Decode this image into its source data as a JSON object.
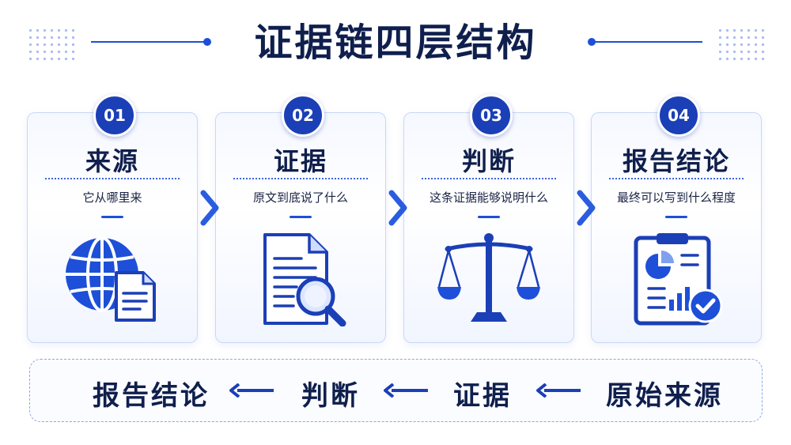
{
  "title": "证据链四层结构",
  "colors": {
    "primary": "#1b3fb6",
    "accent": "#1d4fd8",
    "text": "#0f1f4d",
    "card_border": "#c9d7f6"
  },
  "layers": [
    {
      "number": "01",
      "title": "来源",
      "subtitle": "它从哪里来",
      "icon": "globe-document-icon"
    },
    {
      "number": "02",
      "title": "证据",
      "subtitle": "原文到底说了什么",
      "icon": "document-magnifier-icon"
    },
    {
      "number": "03",
      "title": "判断",
      "subtitle": "这条证据能够说明什么",
      "icon": "balance-scale-icon"
    },
    {
      "number": "04",
      "title": "报告结论",
      "subtitle": "最终可以写到什么程度",
      "icon": "report-clipboard-check-icon"
    }
  ],
  "flow": {
    "steps": [
      "报告结论",
      "判断",
      "证据",
      "原始来源"
    ],
    "arrow_icon": "arrow-left-icon"
  }
}
